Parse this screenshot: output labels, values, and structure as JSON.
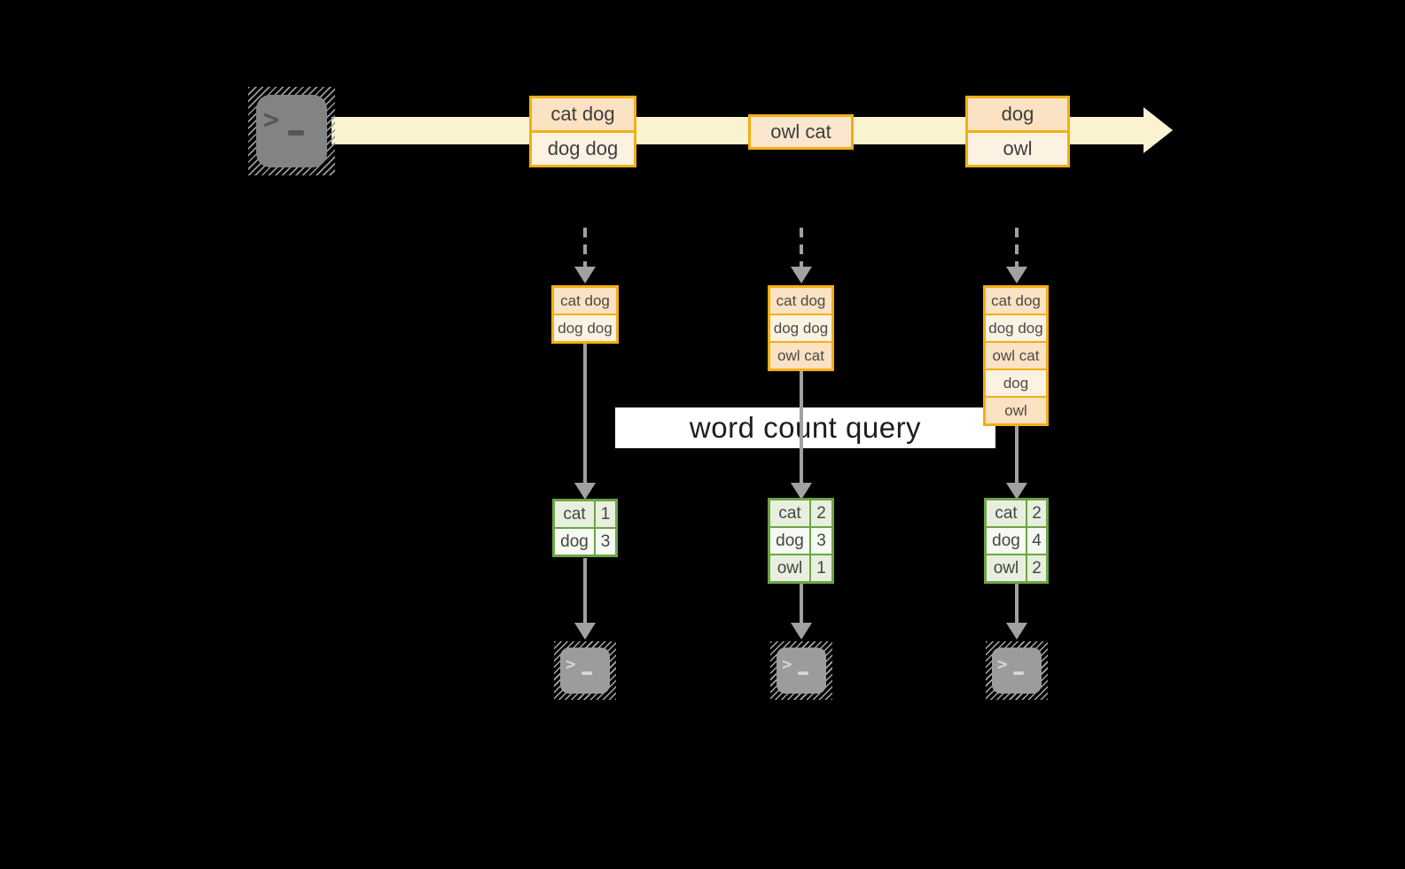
{
  "query_label": "word count query",
  "terminal": {
    "glyph": ">"
  },
  "stream": {
    "events": [
      {
        "cells": [
          "cat dog",
          "dog dog"
        ]
      },
      {
        "cells": [
          "owl cat"
        ]
      },
      {
        "cells": [
          "dog",
          "owl"
        ]
      }
    ]
  },
  "columns": [
    {
      "buffer": [
        "cat dog",
        "dog dog"
      ],
      "counts": [
        [
          "cat",
          "1"
        ],
        [
          "dog",
          "3"
        ]
      ]
    },
    {
      "buffer": [
        "cat dog",
        "dog dog",
        "owl cat"
      ],
      "counts": [
        [
          "cat",
          "2"
        ],
        [
          "dog",
          "3"
        ],
        [
          "owl",
          "1"
        ]
      ]
    },
    {
      "buffer": [
        "cat dog",
        "dog dog",
        "owl cat",
        "dog",
        "owl"
      ],
      "counts": [
        [
          "cat",
          "2"
        ],
        [
          "dog",
          "4"
        ],
        [
          "owl",
          "2"
        ]
      ]
    }
  ],
  "colors": {
    "background": "#000000",
    "stream_band": "#fbf2d0",
    "box_border": "#f1af15",
    "box_fill_peach": "#fbe2c2",
    "box_fill_cream": "#fdf2e2",
    "table_border": "#6da447",
    "table_row_dark": "#e9efde",
    "table_row_light": "#f6f9f2",
    "arrow_gray": "#a1a1a1",
    "label_background": "#ffffff"
  }
}
